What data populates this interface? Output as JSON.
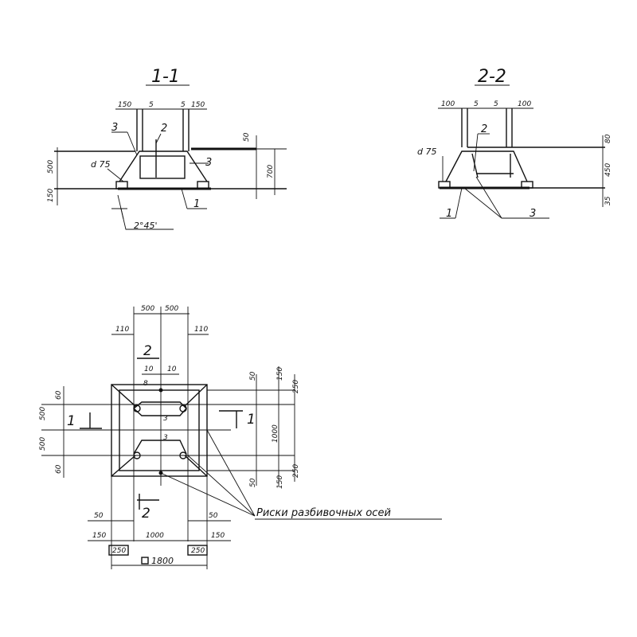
{
  "sections": {
    "s11": {
      "title": "1-1",
      "dims_top": [
        "150",
        "5",
        "5",
        "150"
      ],
      "callouts": [
        "3",
        "2",
        "3",
        "1"
      ],
      "dia": "d 75",
      "right": [
        "50",
        "700"
      ],
      "left": [
        "500",
        "150"
      ],
      "angle": "2°45'"
    },
    "s22": {
      "title": "2-2",
      "dims_top": [
        "100",
        "5",
        "5",
        "100"
      ],
      "callouts": [
        "2",
        "1",
        "3"
      ],
      "dia": "d 75",
      "right": [
        "80",
        "450",
        "35"
      ]
    }
  },
  "plan": {
    "top_dims": [
      "500",
      "500"
    ],
    "side_top": [
      "110",
      "110"
    ],
    "cut_marks": [
      "2",
      "2",
      "1",
      "1"
    ],
    "small": [
      "10",
      "10",
      "8"
    ],
    "left_dims": [
      "60",
      "500",
      "500",
      "60"
    ],
    "right_dims": [
      "50",
      "150",
      "250",
      "1000",
      "50",
      "150",
      "250"
    ],
    "inner_labels": [
      "3",
      "3"
    ],
    "bottom_row1": [
      "50",
      "50"
    ],
    "bottom_row2": [
      "150",
      "1000",
      "150"
    ],
    "bottom_row3": [
      "250",
      "250"
    ],
    "overall": "1800",
    "note": "Риски разбивочных осей"
  }
}
